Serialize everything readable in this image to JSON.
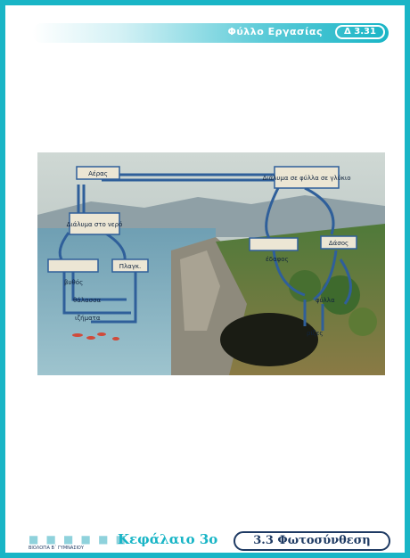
{
  "header": {
    "title": "Φύλλο Εργασίας",
    "badge": "Δ 3.31"
  },
  "figure": {
    "labels": {
      "box_top_left": "Αέρας",
      "box_top_right": "Διάλυμα σε φύλλα σε γλύκιο",
      "box_mid_left": "Διάλυμα στο νερό",
      "box_left_a": "",
      "box_left_b": "Πλαγκ.",
      "text_left_1": "βυθός",
      "text_left_2": "θάλασσα",
      "text_left_3": "ιζήματα",
      "box_right_a": "",
      "box_right_b": "Δάσος",
      "text_right_1": "έδαφος",
      "text_right_2": "φύλλα",
      "text_right_3": "ρίζες"
    }
  },
  "footer": {
    "dots": "■ ■ ■ ■ ■ ■",
    "chapter": "Κεφάλαιο 3ο",
    "section": "3.3 Φωτοσύνθεση",
    "small_text": "ΒΙΟΛΟΓΙΑ Β΄ ΓΥΜΝΑΣΙΟΥ"
  },
  "colors": {
    "accent": "#19b5c6",
    "navy": "#1e3a63",
    "arrow": "#2f5f9a"
  }
}
